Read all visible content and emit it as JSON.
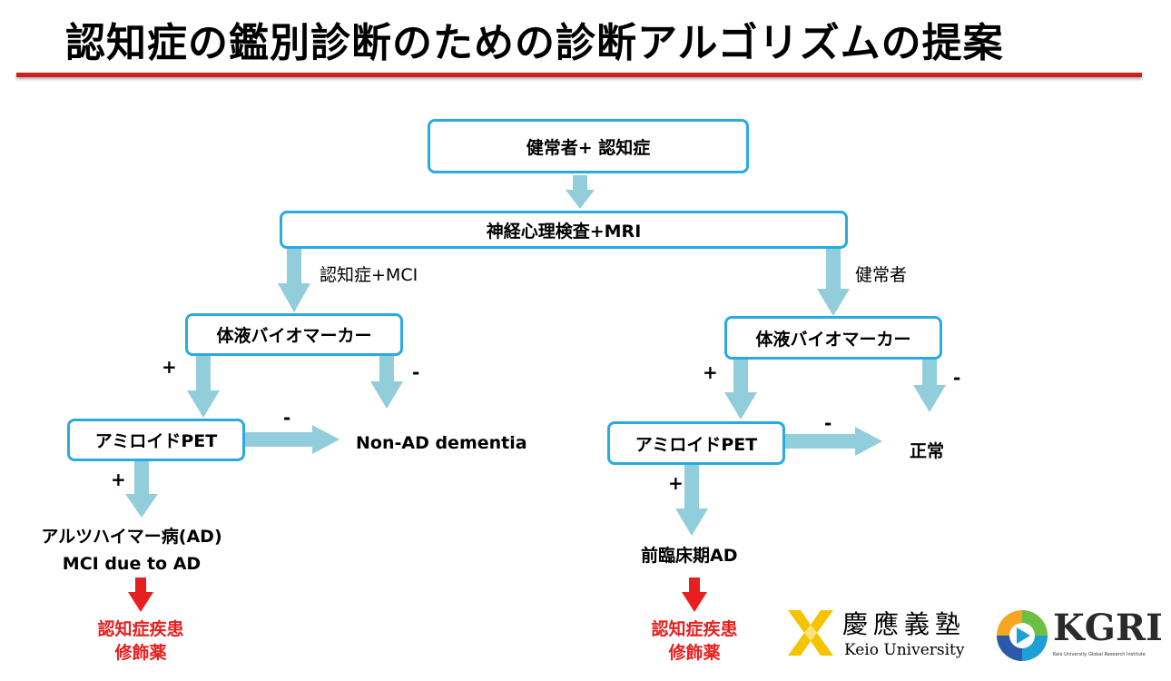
{
  "title": "認知症の鑑別診断のための診断アルゴリズムの提案",
  "nodes": {
    "top": "健常者+ 認知症",
    "neuro": "神経心理検査+MRI",
    "bio_left": "体液バイオマーカー",
    "bio_right": "体液バイオマーカー",
    "pet_left": "アミロイドPET",
    "pet_right": "アミロイドPET"
  },
  "labels": {
    "branch_left": "認知症+MCI",
    "branch_right": "健常者",
    "non_ad": "Non-AD dementia",
    "normal": "正常",
    "ad_line1": "アルツハイマー病(AD)",
    "ad_line2": "MCI due to AD",
    "preclinical": "前臨床期AD"
  },
  "signs": {
    "plus": "+",
    "minus": "-"
  },
  "outcomes": {
    "left_line1": "認知症疾患",
    "left_line2": "修飾薬",
    "right_line1": "認知症疾患",
    "right_line2": "修飾薬"
  },
  "logos": {
    "keio_jp": "慶應義塾",
    "keio_en": "Keio University",
    "kgri": "KGRI",
    "kgri_sub": "Keio University Global Research Institute"
  },
  "colors": {
    "accent_red": "#d01f1f",
    "box_border": "#29abe2",
    "arrow_blue": "#92cddc",
    "outcome_red": "#e81f1f",
    "keio_yellow": "#f5c400"
  }
}
